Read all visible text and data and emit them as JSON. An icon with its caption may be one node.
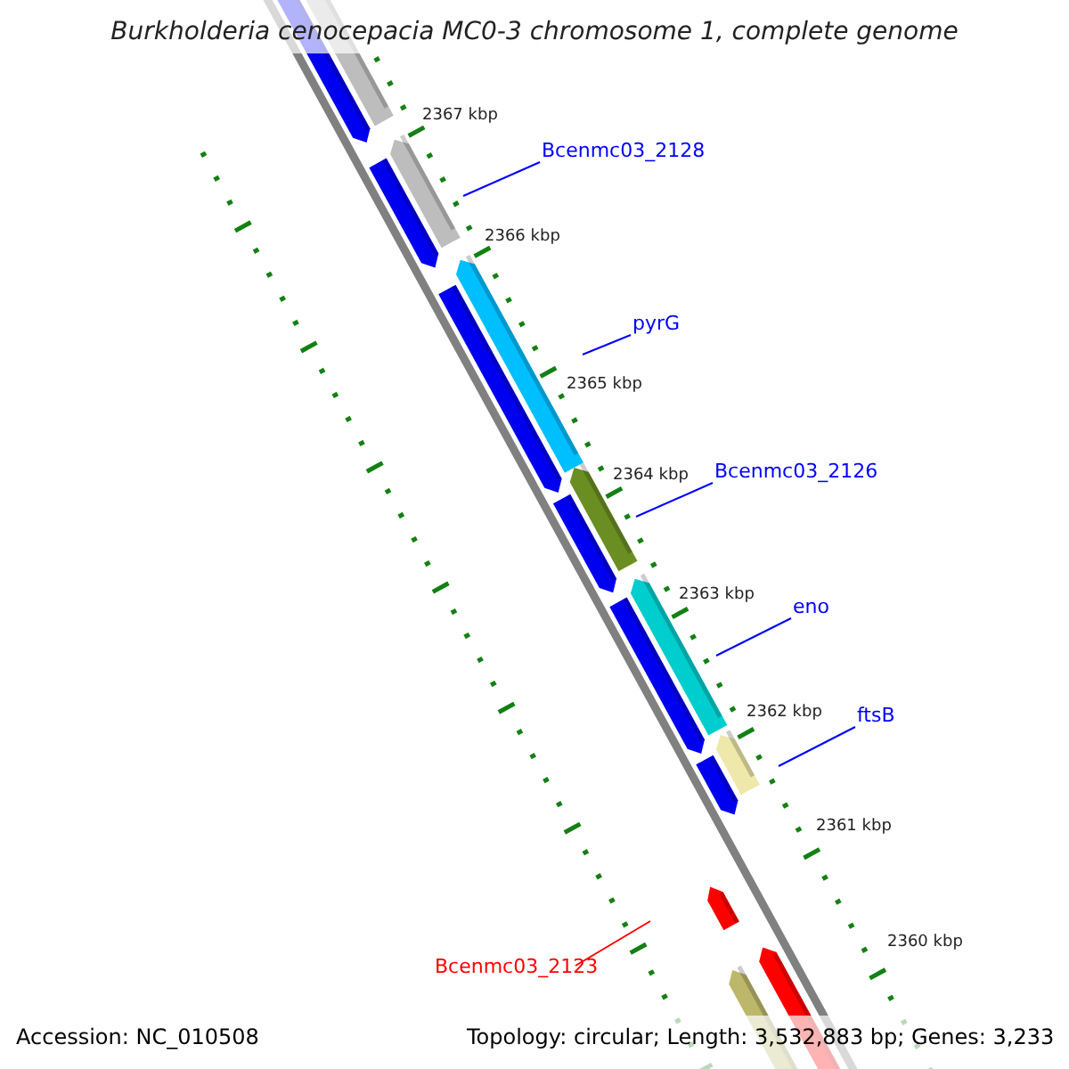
{
  "diagram": {
    "title": "Burkholderia cenocepacia MC0-3 chromosome 1, complete genome",
    "nodes": [
      {
        "text": [
          "Bcenmc03_2128"
        ]
      },
      {
        "text": [
          "pyrG"
        ]
      },
      {
        "text": [
          "Bcenmc03_2126"
        ]
      },
      {
        "text": [
          "eno"
        ]
      },
      {
        "text": [
          "ftsB"
        ]
      },
      {
        "text": [
          "Bcenmc03_2123"
        ]
      }
    ],
    "edges": [
      {
        "from": 0,
        "to": null,
        "arrow": "none"
      },
      {
        "from": 1,
        "to": null,
        "arrow": "none"
      },
      {
        "from": 2,
        "to": null,
        "arrow": "none"
      },
      {
        "from": 3,
        "to": null,
        "arrow": "none"
      },
      {
        "from": 4,
        "to": null,
        "arrow": "none"
      },
      {
        "from": 5,
        "to": null,
        "arrow": "none",
        "color": "#ff0000"
      }
    ],
    "labels": [
      "2367 kbp",
      "2366 kbp",
      "2365 kbp",
      "2364 kbp",
      "2363 kbp",
      "2362 kbp",
      "2361 kbp",
      "2360 kbp",
      "Accession: NC_010508",
      "Topology: circular; Length: 3,532,883 bp; Genes: 3,233"
    ]
  }
}
